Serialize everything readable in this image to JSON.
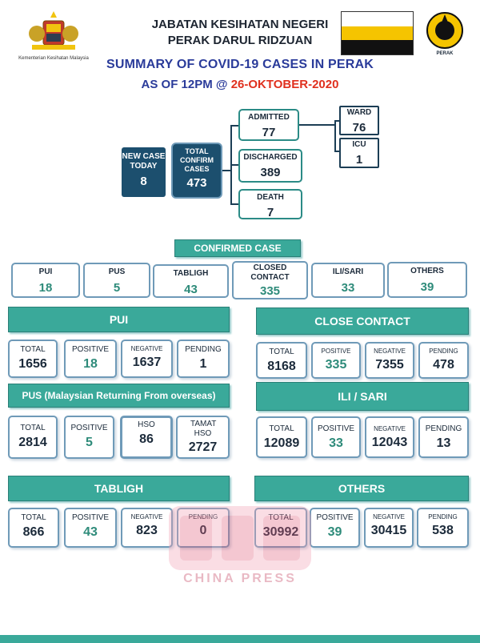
{
  "header": {
    "line1": "JABATAN KESIHATAN NEGERI",
    "line2": "PERAK DARUL RIDZUAN",
    "title": "SUMMARY OF COVID-19 CASES IN PERAK",
    "subtitle_prefix": "AS OF 12PM @ ",
    "subtitle_date": "26-OKTOBER-2020",
    "ministry_caption": "Kementerian Kesihatan Malaysia",
    "crest_caption": "PERAK"
  },
  "colors": {
    "accent": "#3aa99a",
    "navy": "#1c4f6e",
    "title_blue": "#2a3b9a",
    "date_red": "#e0301e"
  },
  "flag": {
    "stripes": [
      "#ffffff",
      "#f5c400",
      "#111111"
    ]
  },
  "overview": {
    "new_case_label": "NEW CASE TODAY",
    "new_case_value": "8",
    "total_label": "TOTAL CONFIRM CASES",
    "total_value": "473",
    "admitted_label": "ADMITTED",
    "admitted_value": "77",
    "discharged_label": "DISCHARGED",
    "discharged_value": "389",
    "death_label": "DEATH",
    "death_value": "7",
    "ward_label": "WARD",
    "ward_value": "76",
    "icu_label": "ICU",
    "icu_value": "1"
  },
  "confirmed": {
    "banner": "CONFIRMED CASE",
    "items": [
      {
        "label": "PUI",
        "value": "18"
      },
      {
        "label": "PUS",
        "value": "5"
      },
      {
        "label": "TABLIGH",
        "value": "43"
      },
      {
        "label": "CLOSED CONTACT",
        "value": "335"
      },
      {
        "label": "ILI/SARI",
        "value": "33"
      },
      {
        "label": "OTHERS",
        "value": "39"
      }
    ]
  },
  "sections": {
    "pui": {
      "title": "PUI",
      "cells": [
        {
          "label": "TOTAL",
          "value": "1656"
        },
        {
          "label": "POSITIVE",
          "value": "18"
        },
        {
          "label": "NEGATIVE",
          "value": "1637"
        },
        {
          "label": "PENDING",
          "value": "1"
        }
      ]
    },
    "close_contact": {
      "title": "CLOSE CONTACT",
      "cells": [
        {
          "label": "TOTAL",
          "value": "8168"
        },
        {
          "label": "POSITIVE",
          "value": "335"
        },
        {
          "label": "NEGATIVE",
          "value": "7355"
        },
        {
          "label": "PENDING",
          "value": "478"
        }
      ]
    },
    "pus": {
      "title": "PUS (Malaysian Returning From overseas)",
      "cells": [
        {
          "label": "TOTAL",
          "value": "2814"
        },
        {
          "label": "POSITIVE",
          "value": "5"
        },
        {
          "label": "HSO",
          "value": "86"
        },
        {
          "label": "TAMAT HSO",
          "value": "2727"
        }
      ]
    },
    "ili_sari": {
      "title": "ILI / SARI",
      "cells": [
        {
          "label": "TOTAL",
          "value": "12089"
        },
        {
          "label": "POSITIVE",
          "value": "33"
        },
        {
          "label": "NEGATIVE",
          "value": "12043"
        },
        {
          "label": "PENDING",
          "value": "13"
        }
      ]
    },
    "tabligh": {
      "title": "TABLIGH",
      "cells": [
        {
          "label": "TOTAL",
          "value": "866"
        },
        {
          "label": "POSITIVE",
          "value": "43"
        },
        {
          "label": "NEGATIVE",
          "value": "823"
        },
        {
          "label": "PENDING",
          "value": "0"
        }
      ]
    },
    "others": {
      "title": "OTHERS",
      "cells": [
        {
          "label": "TOTAL",
          "value": "30992"
        },
        {
          "label": "POSITIVE",
          "value": "39"
        },
        {
          "label": "NEGATIVE",
          "value": "30415"
        },
        {
          "label": "PENDING",
          "value": "538"
        }
      ]
    }
  },
  "watermark": {
    "text": "CHINA PRESS",
    "icon": "china-press-watermark"
  }
}
